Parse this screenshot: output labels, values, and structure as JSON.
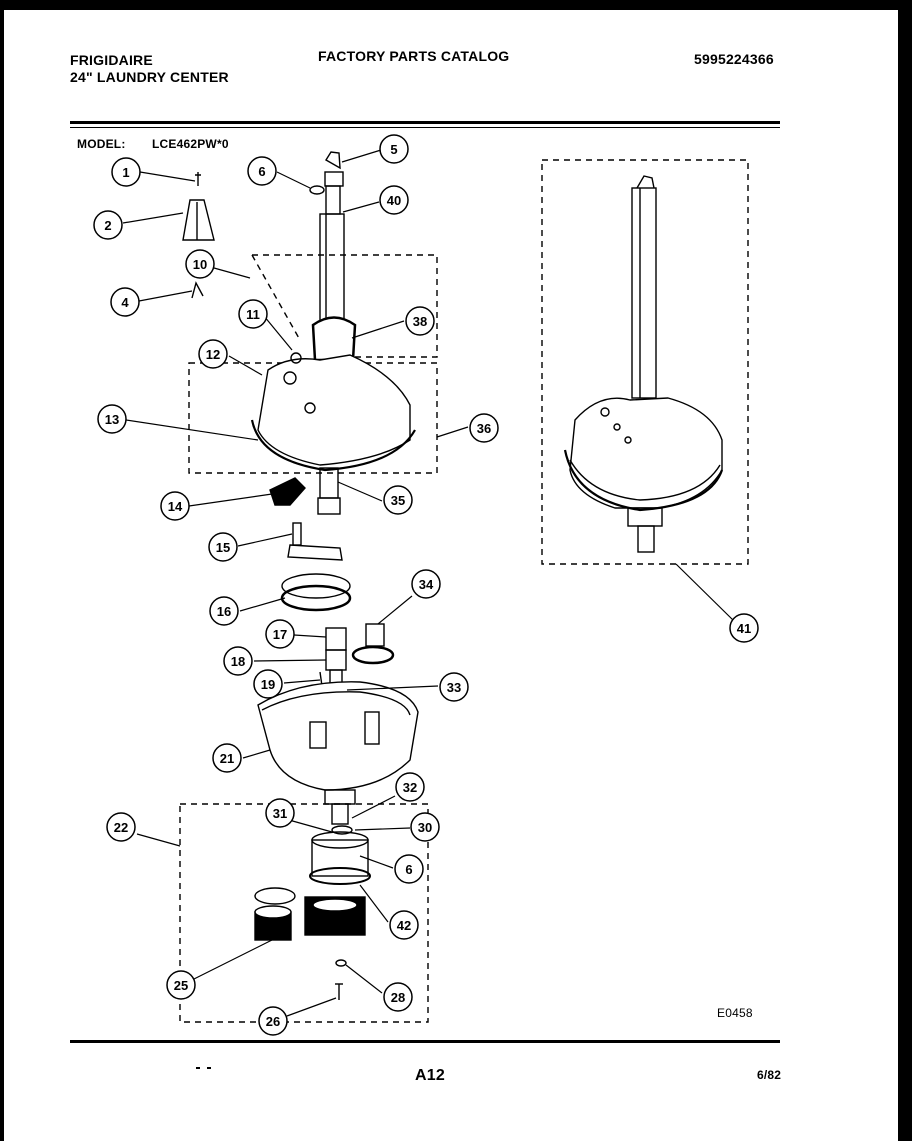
{
  "header": {
    "brand": "FRIGIDAIRE",
    "product": "24\" LAUNDRY CENTER",
    "catalog_title": "FACTORY PARTS CATALOG",
    "catalog_number": "5995224366"
  },
  "model": {
    "label": "MODEL:",
    "value": "LCE462PW*0"
  },
  "callouts": [
    "1",
    "2",
    "4",
    "5",
    "6",
    "10",
    "11",
    "12",
    "13",
    "14",
    "15",
    "16",
    "17",
    "18",
    "19",
    "21",
    "22",
    "25",
    "26",
    "28",
    "30",
    "31",
    "32",
    "33",
    "34",
    "35",
    "36",
    "38",
    "40",
    "41",
    "42"
  ],
  "footer": {
    "figure_code": "E0458",
    "page": "A12",
    "date": "6/82"
  }
}
